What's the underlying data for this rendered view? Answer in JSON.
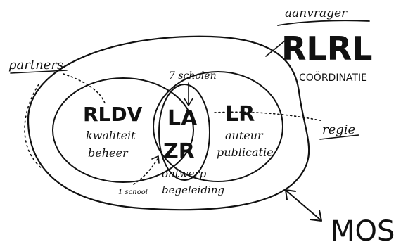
{
  "labels": {
    "aanvrager": "aanvrager",
    "rlrl": "RLRL",
    "coordinatie": "COÖRDINATIE",
    "partners": "partners",
    "zeven_scholen": "7 scholen",
    "rldv": "RLDV",
    "kwaliteit": "kwaliteit",
    "beheer": "beheer",
    "la": "LA",
    "zr": "ZR",
    "lr": "LR",
    "auteur": "auteur",
    "publicatie": "publicatie",
    "regie": "regie",
    "ontwerp": "ontwerp",
    "begeleiding": "begeleiding",
    "een_school": "1 school",
    "mos": "MOS"
  }
}
